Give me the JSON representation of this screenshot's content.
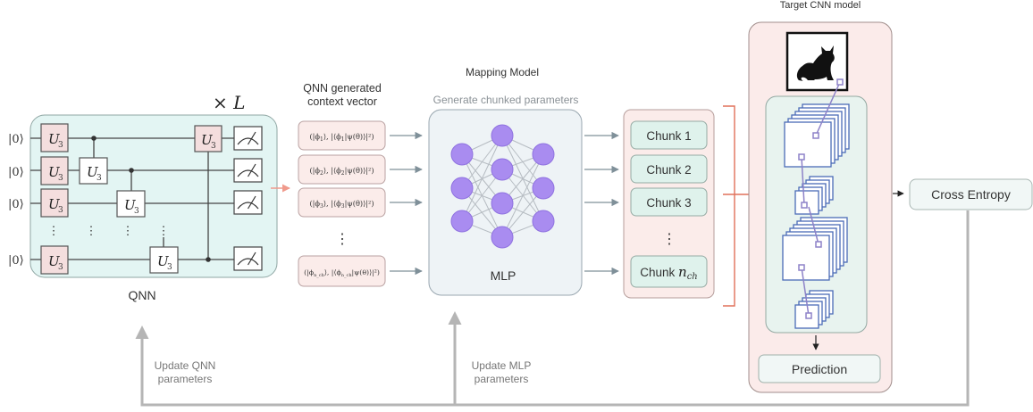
{
  "qnn": {
    "label": "QNN",
    "kets": [
      "|0⟩",
      "|0⟩",
      "|0⟩",
      "|0⟩"
    ],
    "gate": "U",
    "gate_sub": "3",
    "repeat": "× L",
    "dots": "⋮"
  },
  "context": {
    "title_line1": "QNN generated",
    "title_line2": "context vector",
    "items": [
      {
        "sub": "1"
      },
      {
        "sub": "2"
      },
      {
        "sub": "3"
      },
      {
        "sub": "n_ch"
      }
    ],
    "dots": "⋮"
  },
  "mapping": {
    "title": "Mapping Model",
    "subtitle": "Generate chunked parameters",
    "mlp_label": "MLP"
  },
  "chunks": {
    "items": [
      "Chunk 1",
      "Chunk 2",
      "Chunk 3"
    ],
    "last_prefix": "Chunk ",
    "last_var": "n",
    "last_sub": "ch",
    "dots": "⋮"
  },
  "target": {
    "title": "Target CNN model",
    "prediction": "Prediction"
  },
  "loss": {
    "label": "Cross Entropy"
  },
  "feedback": {
    "qnn_line1": "Update QNN",
    "qnn_line2": "parameters",
    "mlp_line1": "Update MLP",
    "mlp_line2": "parameters"
  },
  "colors": {
    "qnn_bg": "#e3f5f3",
    "gate_fill": "#f4dede",
    "context_fill": "#fbecea",
    "mlp_bg": "#eef3f6",
    "node": "#a98cf0",
    "chunk_fill": "#dff2ec",
    "target_bg": "#fbebea",
    "cnn_inner": "#e8f3ef",
    "red_bracket": "#e0715a",
    "arrow_grey": "#8a9aa4",
    "layer_blue": "#4a6bb7",
    "layer_purple": "#8d82c8"
  }
}
